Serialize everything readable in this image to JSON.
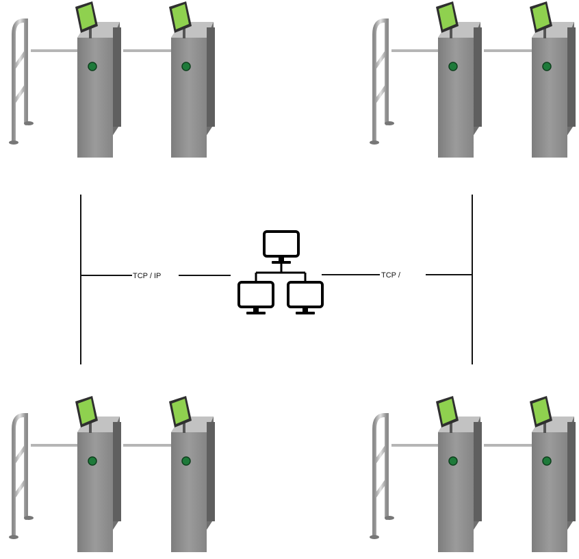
{
  "network": {
    "left_link_label": "TCP / IP",
    "right_link_label": "TCP /",
    "hub_icon": "network-computers-icon"
  },
  "turnstile_groups": [
    {
      "id": "group-top-left",
      "units": [
        "turnstile",
        "turnstile"
      ]
    },
    {
      "id": "group-top-right",
      "units": [
        "turnstile",
        "turnstile"
      ]
    },
    {
      "id": "group-bottom-left",
      "units": [
        "turnstile",
        "turnstile"
      ]
    },
    {
      "id": "group-bottom-right",
      "units": [
        "turnstile",
        "turnstile"
      ]
    }
  ],
  "colors": {
    "cabinet": "#8a8a8a",
    "cabinet_dark": "#5e5e5e",
    "screen": "#8fd14f",
    "indicator": "#1e7a3a",
    "rail": "#a9a9a9",
    "line": "#111111"
  }
}
